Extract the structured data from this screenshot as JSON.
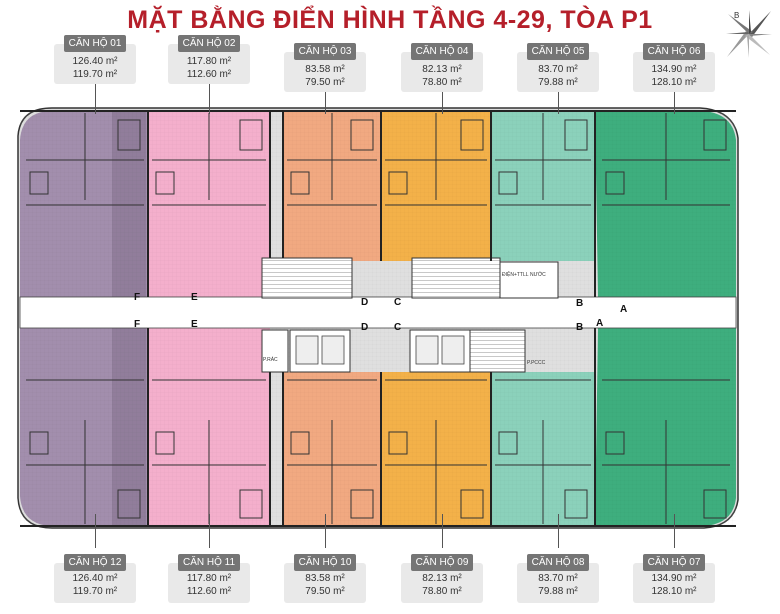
{
  "title": "MẶT BẰNG ĐIỂN HÌNH TẦNG 4-29, TÒA P1",
  "compass_label": "B",
  "colors": {
    "title": "#b51f2a",
    "apt_01_12": "#9a85a6",
    "apt_02_11": "#f3a9c8",
    "apt_03_10": "#f0a277",
    "apt_04_09": "#f2ab3a",
    "apt_05_08": "#82cdb6",
    "apt_06_07": "#2fa874",
    "corridor": "#ffffff",
    "label_bg": "#e9e9e9",
    "label_head": "#757575"
  },
  "apartments": [
    {
      "id": "01",
      "name": "CĂN HỘ 01",
      "area1": "126.40 m²",
      "area2": "119.70 m²"
    },
    {
      "id": "02",
      "name": "CĂN HỘ 02",
      "area1": "117.80 m²",
      "area2": "112.60 m²"
    },
    {
      "id": "03",
      "name": "CĂN HỘ 03",
      "area1": "83.58 m²",
      "area2": "79.50 m²"
    },
    {
      "id": "04",
      "name": "CĂN HỘ 04",
      "area1": "82.13 m²",
      "area2": "78.80 m²"
    },
    {
      "id": "05",
      "name": "CĂN HỘ 05",
      "area1": "83.70 m²",
      "area2": "79.88 m²"
    },
    {
      "id": "06",
      "name": "CĂN HỘ 06",
      "area1": "134.90 m²",
      "area2": "128.10 m²"
    },
    {
      "id": "12",
      "name": "CĂN HỘ 12",
      "area1": "126.40 m²",
      "area2": "119.70 m²"
    },
    {
      "id": "11",
      "name": "CĂN HỘ 11",
      "area1": "117.80 m²",
      "area2": "112.60 m²"
    },
    {
      "id": "10",
      "name": "CĂN HỘ 10",
      "area1": "83.58 m²",
      "area2": "79.50 m²"
    },
    {
      "id": "09",
      "name": "CĂN HỘ 09",
      "area1": "82.13 m²",
      "area2": "78.80 m²"
    },
    {
      "id": "08",
      "name": "CĂN HỘ 08",
      "area1": "83.70 m²",
      "area2": "79.88 m²"
    },
    {
      "id": "07",
      "name": "CĂN HỘ 07",
      "area1": "134.90 m²",
      "area2": "128.10 m²"
    }
  ],
  "section_markers": {
    "A": "A",
    "B": "B",
    "C": "C",
    "D": "D",
    "E": "E",
    "F": "F"
  },
  "room_labels": {
    "elec_tech": "ĐIỆN+TTLL",
    "water": "NƯỚC",
    "pccc": "P.PCCC",
    "trash": "P.RÁC"
  }
}
